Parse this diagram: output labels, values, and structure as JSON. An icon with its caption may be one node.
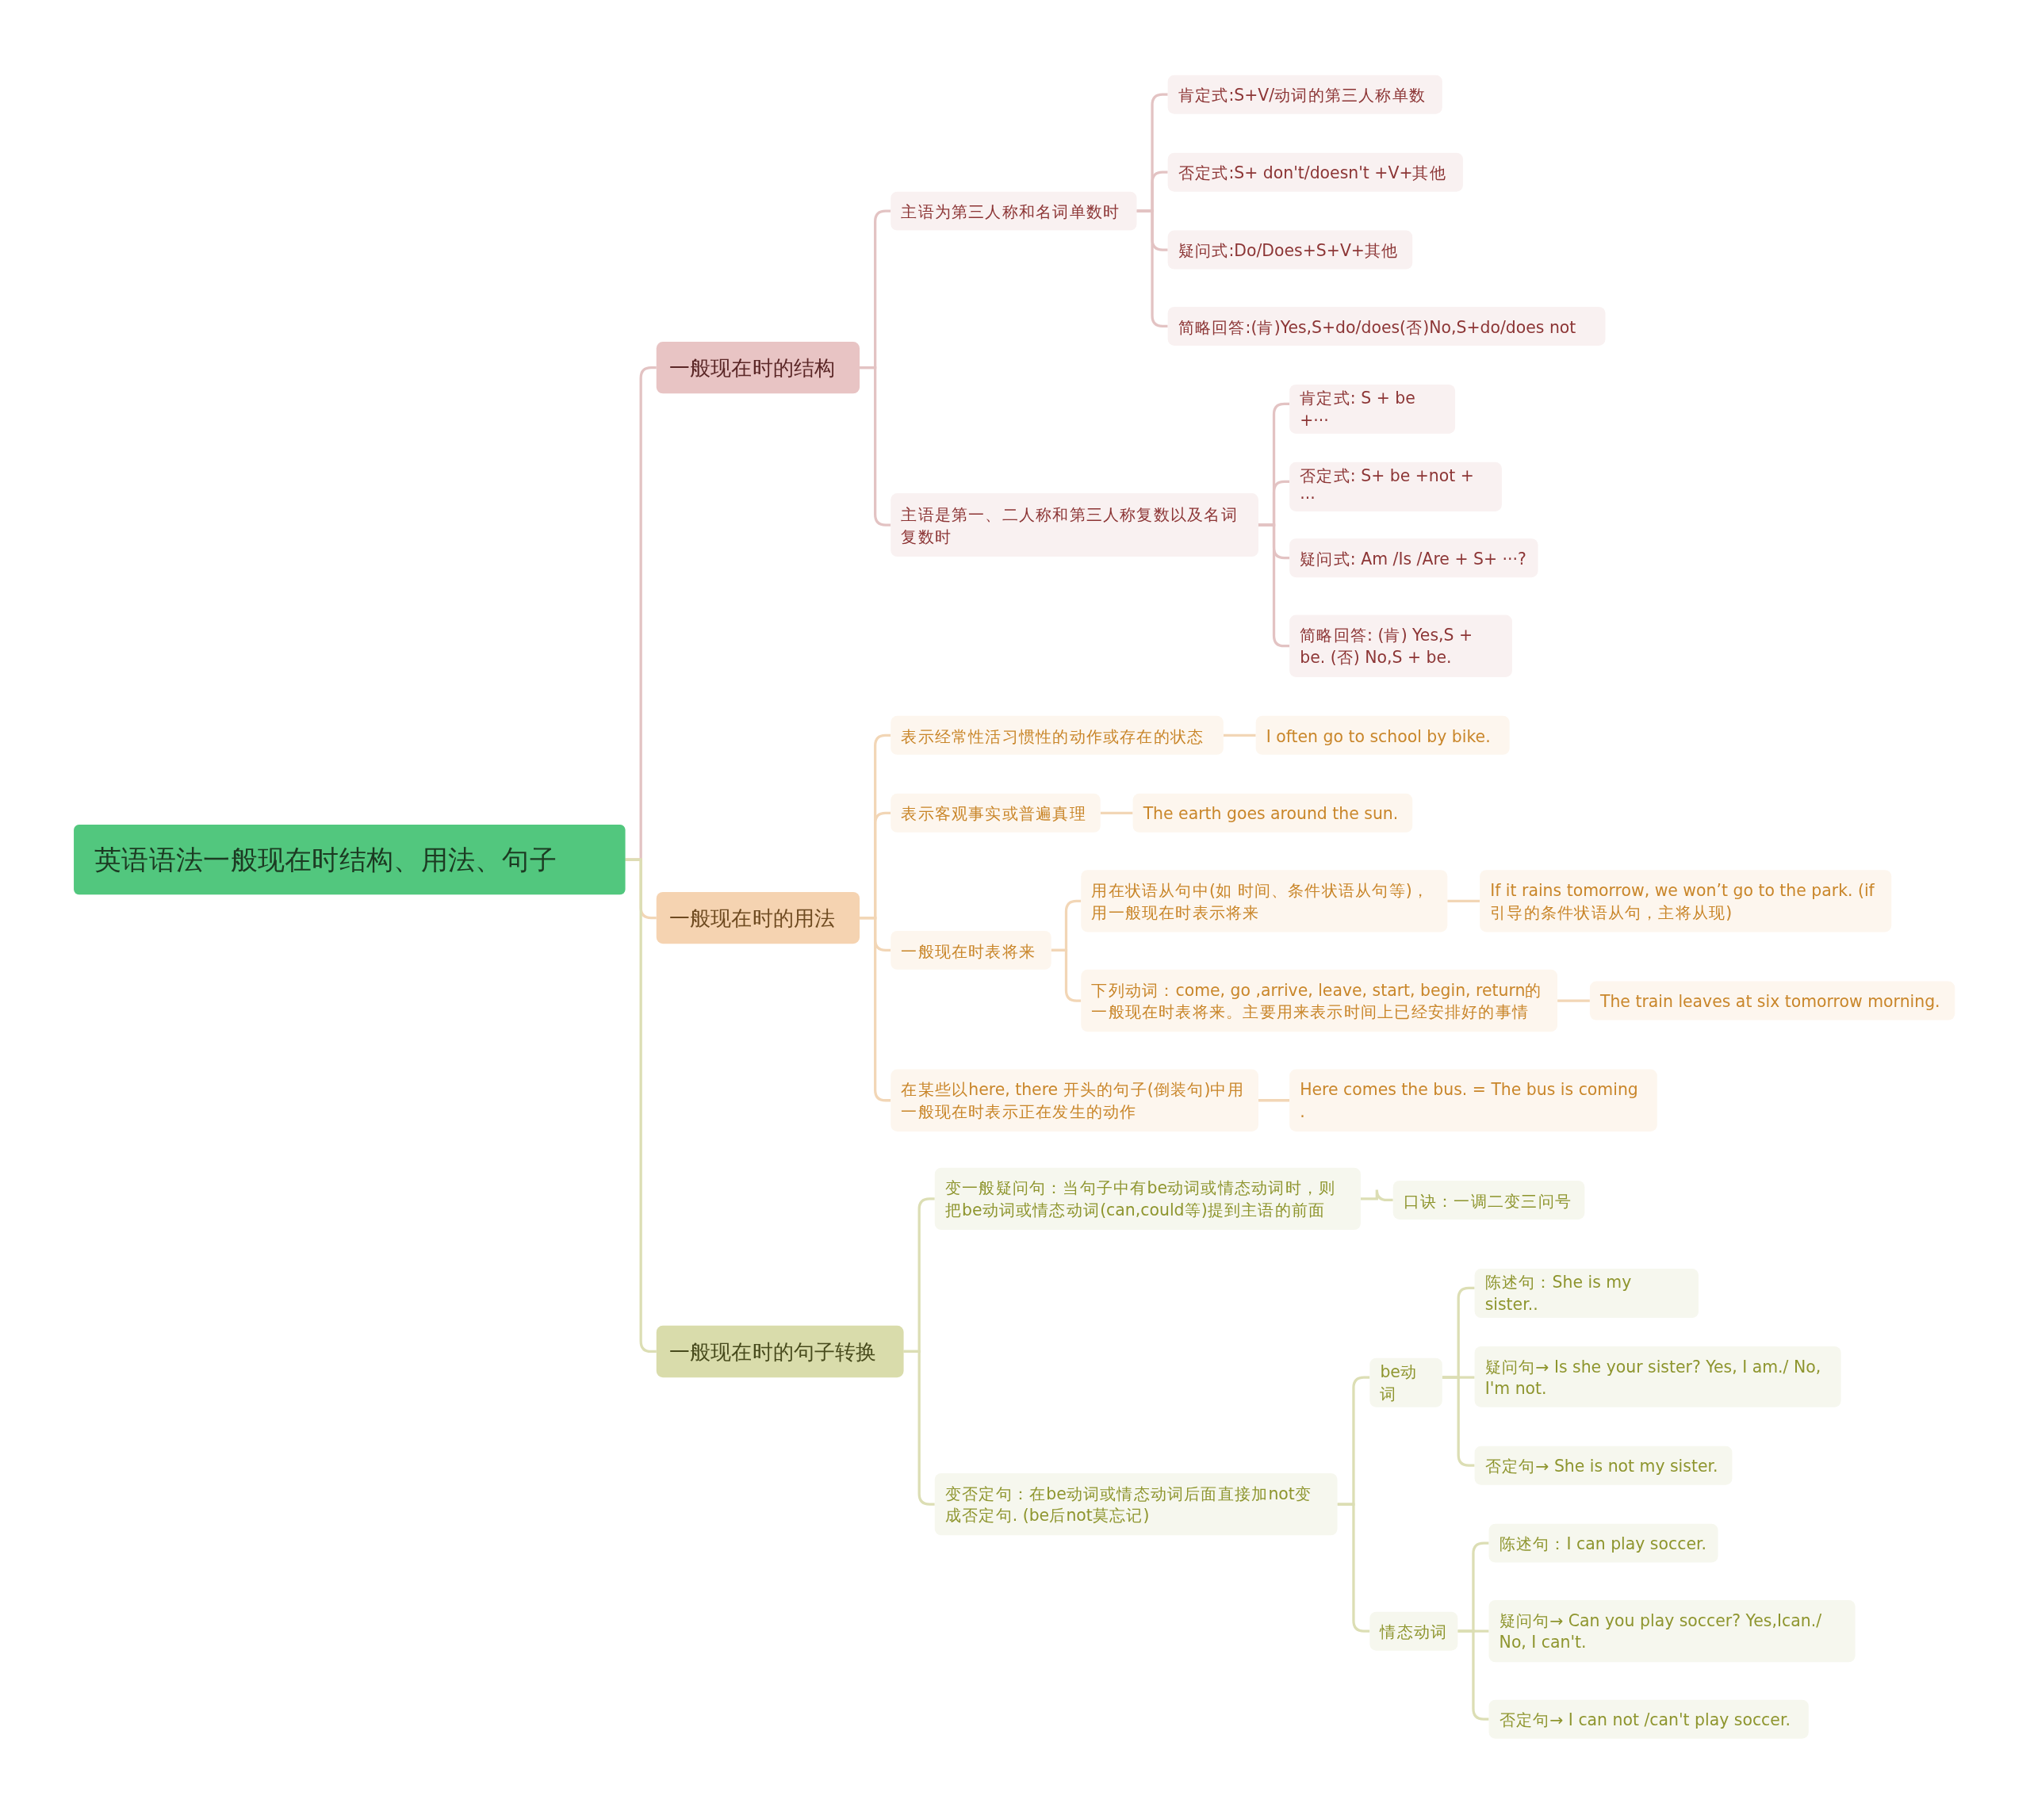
{
  "diagram": {
    "nodes": [
      {
        "text": [
          "英语语法一般现在时结构、用法、句子"
        ]
      },
      {
        "text": [
          "一般现在时的结构"
        ]
      },
      {
        "text": [
          "主语为第三人称和名词单数时"
        ]
      },
      {
        "text": [
          "肯定式:S+V/动词的第三人称单数"
        ]
      },
      {
        "text": [
          "否定式:S+ don't/doesn't +V+其他"
        ]
      },
      {
        "text": [
          "疑问式:Do/Does+S+V+其他"
        ]
      },
      {
        "text": [
          "简略回答:(肯)Yes,S+do/does(否)No,S+do/does not"
        ]
      },
      {
        "text": [
          "主语是第一、二人称和第三人称复数以及名词复数时"
        ]
      },
      {
        "text": [
          "肯定式: S + be +···"
        ]
      },
      {
        "text": [
          "否定式: S+ be +not + ···"
        ]
      },
      {
        "text": [
          "疑问式: Am /Is /Are + S+ ···?"
        ]
      },
      {
        "text": [
          "简略回答: (肯) Yes,S + be. (否) No,S + be."
        ]
      },
      {
        "text": [
          "一般现在时的用法"
        ]
      },
      {
        "text": [
          "表示经常性活习惯性的动作或存在的状态"
        ]
      },
      {
        "text": [
          "I often go to school by bike."
        ]
      },
      {
        "text": [
          "表示客观事实或普遍真理"
        ]
      },
      {
        "text": [
          "The earth goes around the sun."
        ]
      },
      {
        "text": [
          "一般现在时表将来"
        ]
      },
      {
        "text": [
          "用在状语从句中(如 时间、条件状语从句等)，用一般现在时表示将来"
        ]
      },
      {
        "text": [
          "If it rains tomorrow, we won’t go to the park. (if引导的条件状语从句，主将从现)"
        ]
      },
      {
        "text": [
          "下列动词：come, go ,arrive, leave, start, begin, return的一般现在时表将来。主要用来表示时间上已经安排好的事情"
        ]
      },
      {
        "text": [
          "The train leaves at six tomorrow morning."
        ]
      },
      {
        "text": [
          "在某些以here, there 开头的句子(倒装句)中用一般现在时表示正在发生的动作"
        ]
      },
      {
        "text": [
          "Here comes the bus. = The bus is coming ."
        ]
      },
      {
        "text": [
          "一般现在时的句子转换"
        ]
      },
      {
        "text": [
          "变一般疑问句：当句子中有be动词或情态动词时，则把be动词或情态动词(can,could等)提到主语的前面"
        ]
      },
      {
        "text": [
          "口诀：一调二变三问号"
        ]
      },
      {
        "text": [
          "变否定句：在be动词或情态动词后面直接加not变成否定句. (be后not莫忘记)"
        ]
      },
      {
        "text": [
          "be动词"
        ]
      },
      {
        "text": [
          "陈述句：She is my sister.."
        ]
      },
      {
        "text": [
          "疑问句→ Is she your sister? Yes, I am./ No, I'm not."
        ]
      },
      {
        "text": [
          "否定句→ She is not my sister."
        ]
      },
      {
        "text": [
          "情态动词"
        ]
      },
      {
        "text": [
          "陈述句：I can play soccer."
        ]
      },
      {
        "text": [
          "疑问句→ Can you play soccer? Yes,Ican./ No, I can't."
        ]
      },
      {
        "text": [
          "否定句→ I can not /can't play soccer."
        ]
      }
    ],
    "edges": [
      {
        "from": 0,
        "to": 1,
        "arrow": "none",
        "color": "#e3c3c3"
      },
      {
        "from": 1,
        "to": 2,
        "arrow": "none",
        "color": "#e3c3c3"
      },
      {
        "from": 2,
        "to": 3,
        "arrow": "none",
        "color": "#e3c3c3"
      },
      {
        "from": 2,
        "to": 4,
        "arrow": "none",
        "color": "#e3c3c3"
      },
      {
        "from": 2,
        "to": 5,
        "arrow": "none",
        "color": "#e3c3c3"
      },
      {
        "from": 2,
        "to": 6,
        "arrow": "none",
        "color": "#e3c3c3"
      },
      {
        "from": 1,
        "to": 7,
        "arrow": "none",
        "color": "#e3c3c3"
      },
      {
        "from": 7,
        "to": 8,
        "arrow": "none",
        "color": "#e3c3c3"
      },
      {
        "from": 7,
        "to": 9,
        "arrow": "none",
        "color": "#e3c3c3"
      },
      {
        "from": 7,
        "to": 10,
        "arrow": "none",
        "color": "#e3c3c3"
      },
      {
        "from": 7,
        "to": 11,
        "arrow": "none",
        "color": "#e3c3c3"
      },
      {
        "from": 0,
        "to": 12,
        "arrow": "none",
        "color": "#f2d6b6"
      },
      {
        "from": 12,
        "to": 13,
        "arrow": "none",
        "color": "#f2d6b6"
      },
      {
        "from": 13,
        "to": 14,
        "arrow": "none",
        "color": "#f2d6b6"
      },
      {
        "from": 12,
        "to": 15,
        "arrow": "none",
        "color": "#f2d6b6"
      },
      {
        "from": 15,
        "to": 16,
        "arrow": "none",
        "color": "#f2d6b6"
      },
      {
        "from": 12,
        "to": 17,
        "arrow": "none",
        "color": "#f2d6b6"
      },
      {
        "from": 17,
        "to": 18,
        "arrow": "none",
        "color": "#f2d6b6"
      },
      {
        "from": 18,
        "to": 19,
        "arrow": "none",
        "color": "#f2d6b6"
      },
      {
        "from": 17,
        "to": 20,
        "arrow": "none",
        "color": "#f2d6b6"
      },
      {
        "from": 20,
        "to": 21,
        "arrow": "none",
        "color": "#f2d6b6"
      },
      {
        "from": 12,
        "to": 22,
        "arrow": "none",
        "color": "#f2d6b6"
      },
      {
        "from": 22,
        "to": 23,
        "arrow": "none",
        "color": "#f2d6b6"
      },
      {
        "from": 0,
        "to": 24,
        "arrow": "none",
        "color": "#dcdeb4"
      },
      {
        "from": 24,
        "to": 25,
        "arrow": "none",
        "color": "#dcdeb4"
      },
      {
        "from": 25,
        "to": 26,
        "arrow": "none",
        "color": "#dcdeb4"
      },
      {
        "from": 24,
        "to": 27,
        "arrow": "none",
        "color": "#dcdeb4"
      },
      {
        "from": 27,
        "to": 28,
        "arrow": "none",
        "color": "#dcdeb4"
      },
      {
        "from": 28,
        "to": 29,
        "arrow": "none",
        "color": "#dcdeb4"
      },
      {
        "from": 28,
        "to": 30,
        "arrow": "none",
        "color": "#dcdeb4"
      },
      {
        "from": 28,
        "to": 31,
        "arrow": "none",
        "color": "#dcdeb4"
      },
      {
        "from": 27,
        "to": 32,
        "arrow": "none",
        "color": "#dcdeb4"
      },
      {
        "from": 32,
        "to": 33,
        "arrow": "none",
        "color": "#dcdeb4"
      },
      {
        "from": 32,
        "to": 34,
        "arrow": "none",
        "color": "#dcdeb4"
      },
      {
        "from": 32,
        "to": 35,
        "arrow": "none",
        "color": "#dcdeb4"
      }
    ]
  }
}
